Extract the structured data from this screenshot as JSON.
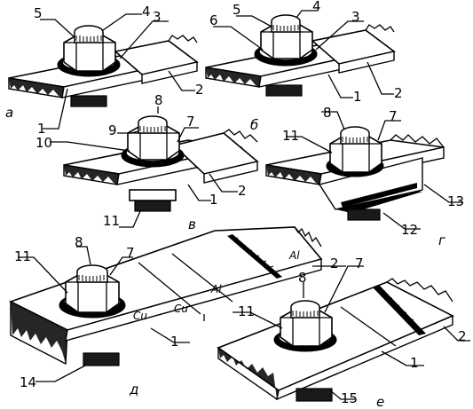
{
  "figure": {
    "assemblies": [
      {
        "id": "a",
        "letter": "а",
        "callouts": [
          "5",
          "4",
          "3",
          "2",
          "1"
        ]
      },
      {
        "id": "b",
        "letter": "б",
        "callouts": [
          "5",
          "4",
          "6",
          "3",
          "2",
          "1"
        ]
      },
      {
        "id": "v",
        "letter": "в",
        "callouts": [
          "8",
          "9",
          "7",
          "10",
          "2",
          "1",
          "11"
        ]
      },
      {
        "id": "g",
        "letter": "г",
        "callouts": [
          "8",
          "7",
          "11",
          "13",
          "12"
        ]
      },
      {
        "id": "d",
        "letter": "д",
        "callouts": [
          "8",
          "7",
          "11",
          "2",
          "1",
          "14"
        ],
        "materials": [
          "Cu",
          "Cu",
          "Al",
          "Al"
        ]
      },
      {
        "id": "e",
        "letter": "е",
        "callouts": [
          "8",
          "7",
          "11",
          "2",
          "1",
          "15"
        ]
      }
    ]
  }
}
